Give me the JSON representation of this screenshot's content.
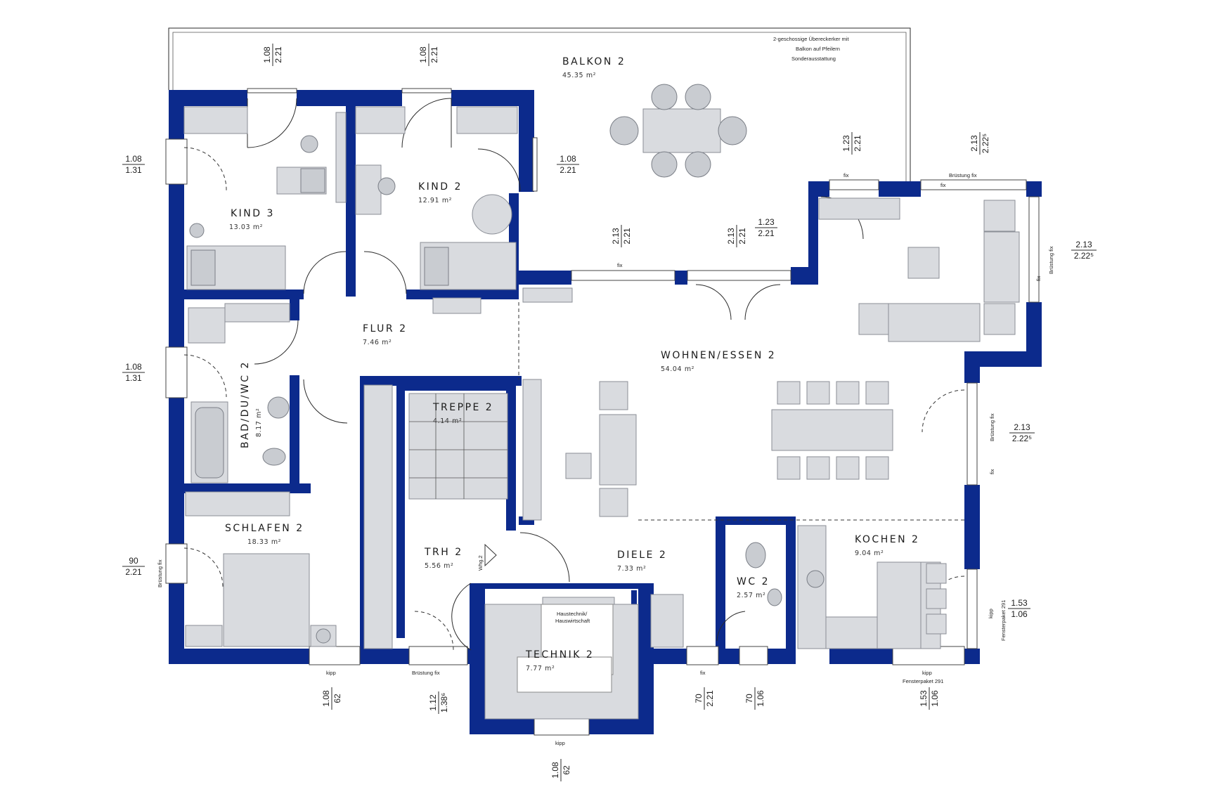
{
  "rooms": {
    "balkon": {
      "name": "BALKON 2",
      "area": "45.35 m²"
    },
    "kind3": {
      "name": "KIND 3",
      "area": "13.03 m²"
    },
    "kind2": {
      "name": "KIND 2",
      "area": "12.91 m²"
    },
    "flur": {
      "name": "FLUR 2",
      "area": "7.46 m²"
    },
    "bad": {
      "name": "BAD/DU/WC 2",
      "area": "8.17 m²"
    },
    "treppe": {
      "name": "TREPPE 2",
      "area": "4.14 m²"
    },
    "wohnen": {
      "name": "WOHNEN/ESSEN 2",
      "area": "54.04 m²"
    },
    "schlafen": {
      "name": "SCHLAFEN 2",
      "area": "18.33 m²"
    },
    "trh": {
      "name": "TRH 2",
      "area": "5.56 m²"
    },
    "diele": {
      "name": "DIELE 2",
      "area": "7.33 m²"
    },
    "wc": {
      "name": "WC 2",
      "area": "2.57 m²"
    },
    "kochen": {
      "name": "KOCHEN 2",
      "area": "9.04 m²"
    },
    "technik": {
      "name": "TECHNIK 2",
      "area": "7.77 m²"
    }
  },
  "notes": {
    "balkon_note_1": "2-geschossige Übereckerker mit",
    "balkon_note_2": "Balkon auf Pfeilern",
    "balkon_note_3": "Sonderausstattung",
    "haustechnik_1": "Haustechnik/",
    "haustechnik_2": "Hauswirtschaft",
    "whg": "Whg.2"
  },
  "window_labels": {
    "fix": "fix",
    "brustung_fix": "Brüstung fix",
    "kipp": "kipp",
    "fensterpaket": "Fensterpaket 291"
  },
  "dimensions": [
    {
      "top": "1.08",
      "bottom": "2.21"
    },
    {
      "top": "1.08",
      "bottom": "2.21"
    },
    {
      "top": "1.08",
      "bottom": "1.31"
    },
    {
      "top": "1.08",
      "bottom": "2.21"
    },
    {
      "top": "1.23",
      "bottom": "2.21"
    },
    {
      "top": "2.13",
      "bottom": "2.22⁵"
    },
    {
      "top": "2.13",
      "bottom": "2.21"
    },
    {
      "top": "2.13",
      "bottom": "2.21"
    },
    {
      "top": "1.23",
      "bottom": "2.21"
    },
    {
      "top": "2.13",
      "bottom": "2.22⁵"
    },
    {
      "top": "1.08",
      "bottom": "1.31"
    },
    {
      "top": "2.13",
      "bottom": "2.22⁵"
    },
    {
      "top": "90",
      "bottom": "2.21"
    },
    {
      "top": "1.53",
      "bottom": "1.06"
    },
    {
      "top": "1.08",
      "bottom": "62"
    },
    {
      "top": "1.12",
      "bottom": "1.38⁶"
    },
    {
      "top": "70",
      "bottom": "2.21"
    },
    {
      "top": "70",
      "bottom": "1.06"
    },
    {
      "top": "1.53",
      "bottom": "1.06"
    },
    {
      "top": "1.08",
      "bottom": "62"
    }
  ]
}
